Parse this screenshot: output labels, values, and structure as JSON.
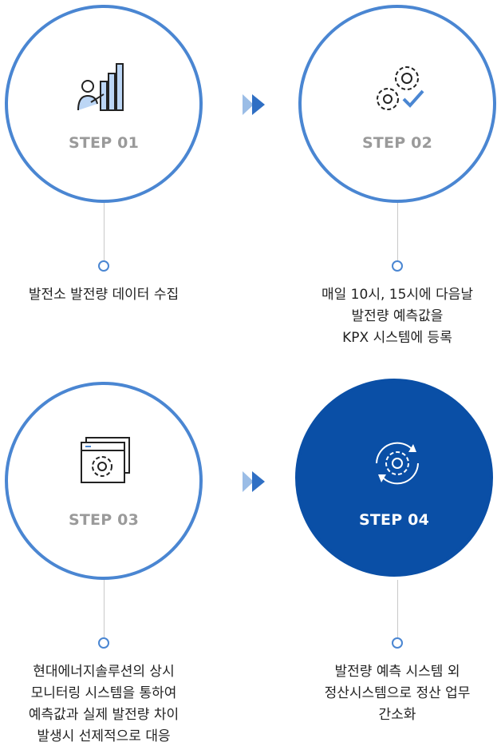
{
  "steps": [
    {
      "label": "STEP 01",
      "icon": "presenter-chart-icon",
      "desc": [
        "발전소 발전량 데이터 수집"
      ],
      "active": false
    },
    {
      "label": "STEP 02",
      "icon": "gears-check-icon",
      "desc": [
        "매일 10시, 15시에 다음날",
        "발전량 예측값을",
        "KPX 시스템에 등록"
      ],
      "active": false
    },
    {
      "label": "STEP 03",
      "icon": "window-gear-icon",
      "desc": [
        "현대에너지솔루션의 상시",
        "모니터링 시스템을 통하여",
        "예측값과 실제 발전량 차이",
        "발생시 선제적으로 대응"
      ],
      "active": false
    },
    {
      "label": "STEP 04",
      "icon": "gear-cycle-icon",
      "desc": [
        "발전량 예측 시스템 외",
        "정산시스템으로 정산 업무",
        "간소화"
      ],
      "active": true
    }
  ],
  "colors": {
    "accent": "#4a86d2",
    "active": "#0a4fa6"
  }
}
